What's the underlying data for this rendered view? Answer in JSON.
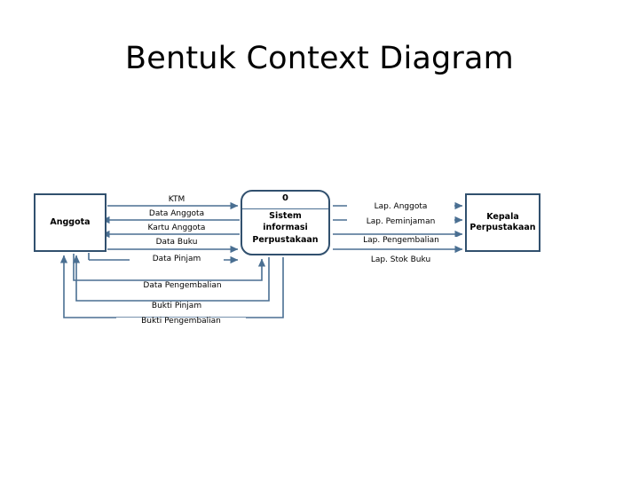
{
  "title": "Bentuk Context Diagram",
  "colors": {
    "box_border": "#31506E",
    "flow_line": "#4A6F92",
    "text": "#000000",
    "background": "#FFFFFF"
  },
  "entities": {
    "left": {
      "name": "Anggota"
    },
    "right": {
      "name_line1": "Kepala",
      "name_line2": "Perpustakaan"
    }
  },
  "process": {
    "number": "0",
    "name_line1": "Sistem",
    "name_line2": "informasi",
    "name_line3": "Perpustakaan"
  },
  "flows": {
    "left_to_process": [
      {
        "label": "KTM",
        "direction": "to-process"
      },
      {
        "label": "Data Anggota",
        "direction": "to-entity"
      },
      {
        "label": "Kartu  Anggota",
        "direction": "to-entity"
      },
      {
        "label": "Data Buku",
        "direction": "to-process"
      },
      {
        "label": "Data Pinjam",
        "direction": "to-process"
      }
    ],
    "loops_bottom": [
      {
        "label": "Data  Pengembalian",
        "direction": "to-process"
      },
      {
        "label": "Bukti Pinjam",
        "direction": "to-entity"
      },
      {
        "label": "Bukti Pengembalian",
        "direction": "to-entity"
      }
    ],
    "process_to_right": [
      {
        "label": "Lap. Anggota",
        "direction": "to-entity"
      },
      {
        "label": "Lap. Peminjaman",
        "direction": "to-entity"
      },
      {
        "label": "Lap. Pengembalian",
        "direction": "to-entity"
      },
      {
        "label": "Lap. Stok Buku",
        "direction": "to-entity"
      }
    ]
  }
}
